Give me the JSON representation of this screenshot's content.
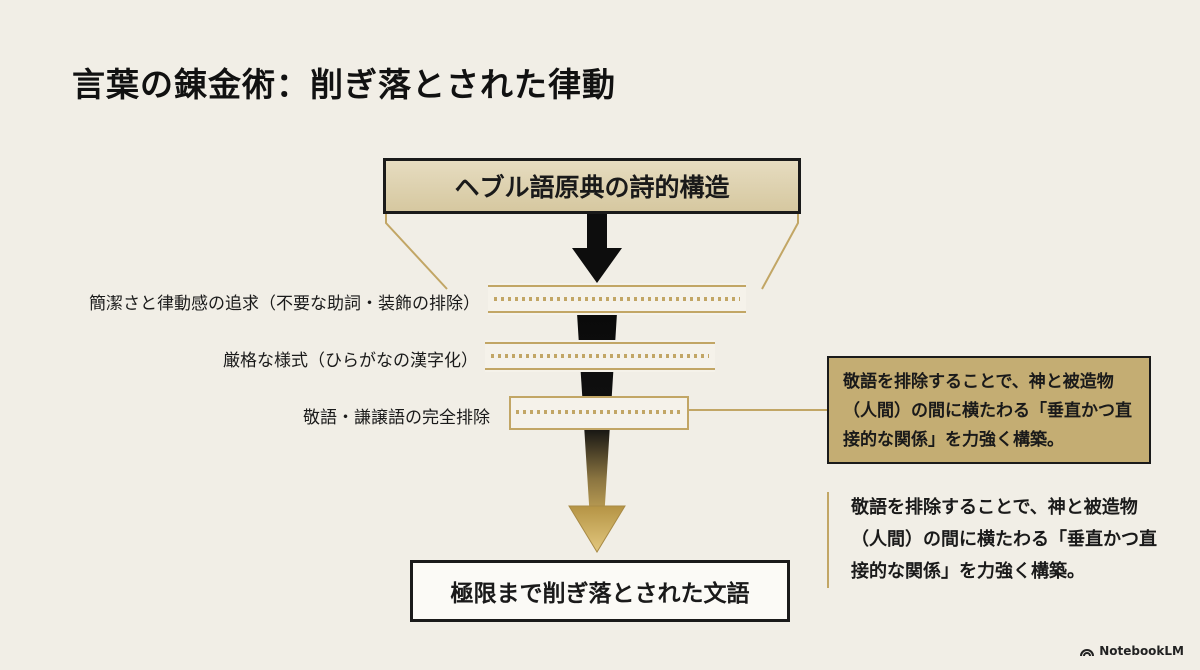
{
  "title": "言葉の錬金術：削ぎ落とされた律動",
  "diagram": {
    "top": "ヘブル語原典の詩的構造",
    "bottom": "極限まで削ぎ落とされた文語",
    "layers": [
      "簡潔さと律動感の追求（不要な助詞・装飾の排除）",
      "厳格な様式（ひらがなの漢字化）",
      "敬語・謙譲語の完全排除"
    ]
  },
  "callout": {
    "box_text": "敬語を排除することで、神と被造物（人間）の間に横たわる「垂直かつ直接的な関係」を力強く構築。",
    "side_text": "敬語を排除することで、神と被造物（人間）の間に横たわる「垂直かつ直接的な関係」を力強く構築。"
  },
  "brand": "NotebookLM",
  "colors": {
    "gold": "#c2a665",
    "box_fill": "#c4ad73",
    "background": "#f1eee6"
  }
}
